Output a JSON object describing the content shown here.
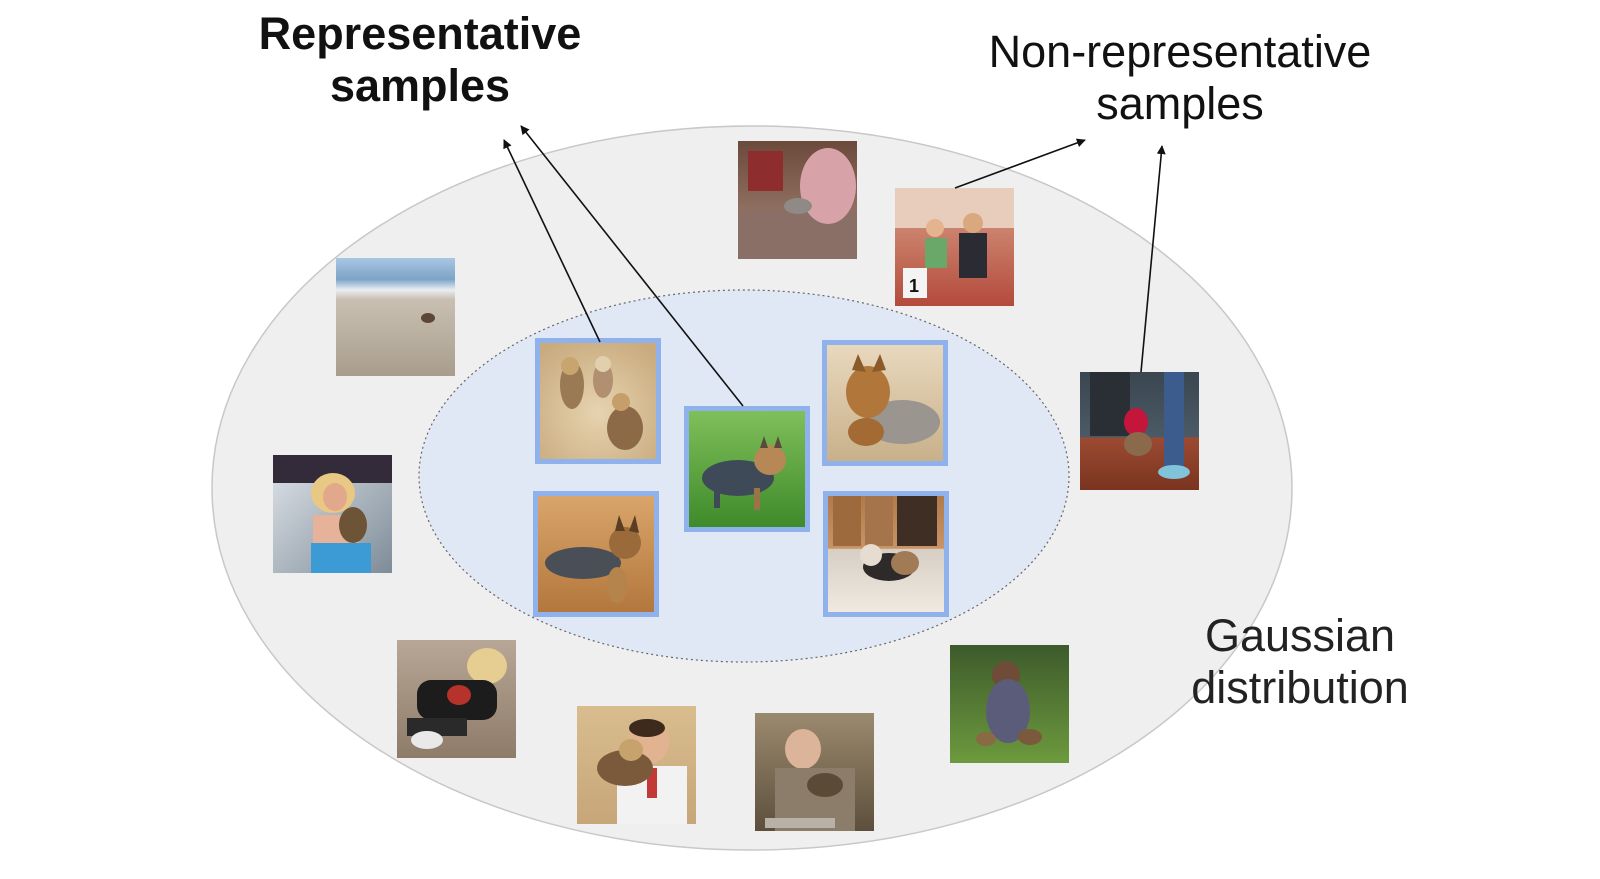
{
  "labels": {
    "representative": [
      "Representative",
      "samples"
    ],
    "non_representative": [
      "Non-representative",
      "samples"
    ],
    "distribution": [
      "Gaussian",
      "distribution"
    ]
  },
  "colors": {
    "outer_ellipse_fill": "#efefef",
    "outer_ellipse_stroke": "#c8c8c8",
    "inner_ellipse_fill": "#e0e8f6",
    "inner_ellipse_stroke": "#666666",
    "highlight_border": "#8fb2ec",
    "arrow": "#111111"
  },
  "samples": {
    "representative": [
      {
        "name": "two-dogs-sitting-photo",
        "icon": "dog-photo-icon"
      },
      {
        "name": "dog-on-grass-photo",
        "icon": "dog-photo-icon"
      },
      {
        "name": "dog-lying-down-photo",
        "icon": "dog-photo-icon"
      },
      {
        "name": "dog-lying-sand-photo",
        "icon": "dog-photo-icon"
      },
      {
        "name": "dog-running-indoor-photo",
        "icon": "dog-photo-icon"
      }
    ],
    "non_representative": [
      {
        "name": "living-room-dog-photo",
        "icon": "scene-photo-icon"
      },
      {
        "name": "dog-show-photo",
        "icon": "scene-photo-icon"
      },
      {
        "name": "beach-dog-photo",
        "icon": "scene-photo-icon"
      },
      {
        "name": "dog-on-leash-photo",
        "icon": "scene-photo-icon"
      },
      {
        "name": "woman-car-dog-photo",
        "icon": "scene-photo-icon"
      },
      {
        "name": "woman-floor-dog-photo",
        "icon": "scene-photo-icon"
      },
      {
        "name": "man-holding-dog-photo",
        "icon": "scene-photo-icon"
      },
      {
        "name": "man-chair-dog-photo",
        "icon": "scene-photo-icon"
      },
      {
        "name": "woman-grass-dog-photo",
        "icon": "scene-photo-icon"
      }
    ]
  }
}
